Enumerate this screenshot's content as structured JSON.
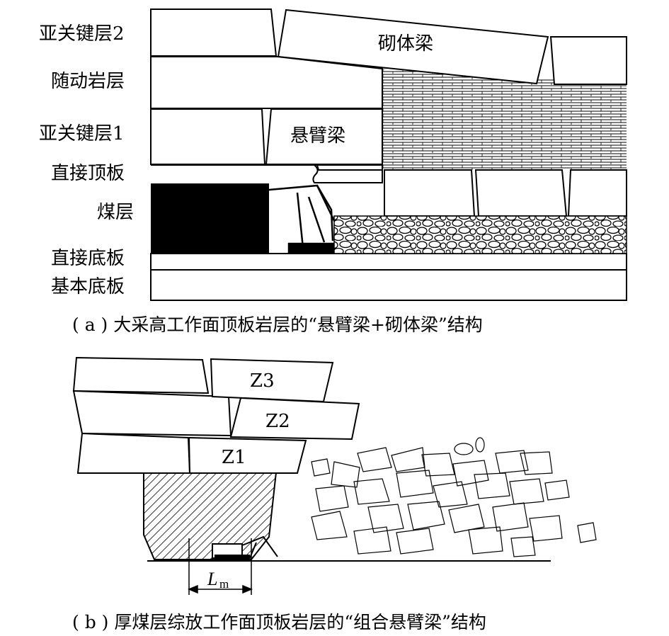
{
  "panel_a": {
    "layers": [
      {
        "id": "subkey2",
        "label": "亚关键层2"
      },
      {
        "id": "follow",
        "label": "随动岩层"
      },
      {
        "id": "subkey1",
        "label": "亚关键层1"
      },
      {
        "id": "immroof",
        "label": "直接顶板"
      },
      {
        "id": "coal",
        "label": "煤层"
      },
      {
        "id": "immfloor",
        "label": "直接底板"
      },
      {
        "id": "basefloor",
        "label": "基本底板"
      }
    ],
    "voussoir_label": "砌体梁",
    "cantilever_label": "悬臂梁",
    "caption": "( a ) 大采高工作面顶板岩层的“悬臂梁+砌体梁”结构"
  },
  "panel_b": {
    "block_labels": [
      "Z3",
      "Z2",
      "Z1"
    ],
    "length_symbol": "L",
    "length_subscript": "m",
    "caption": "( b ) 厚煤层综放工作面顶板岩层的“组合悬臂梁”结构"
  },
  "colors": {
    "ink": "#000000",
    "paper": "#ffffff"
  }
}
